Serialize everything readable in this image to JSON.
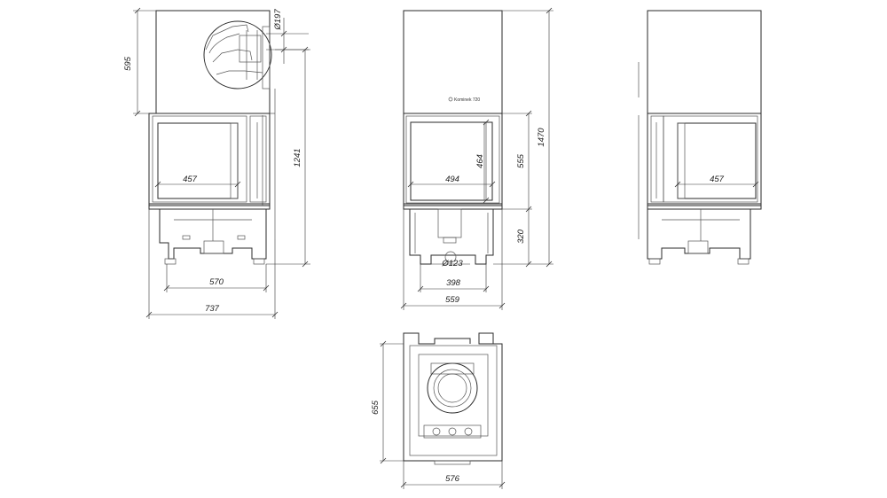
{
  "dimensions": {
    "left_height_top": "595",
    "flue_diameter": "Ø197",
    "left_total_height": "1241",
    "left_glass_width": "457",
    "left_base_width": "570",
    "left_total_width": "737",
    "front_glass_height": "464",
    "front_glass_width": "494",
    "front_upper_height": "555",
    "front_lower_height": "320",
    "front_total_height": "1470",
    "air_inlet_diameter": "Ø123",
    "front_base_width": "398",
    "front_total_width": "559",
    "right_glass_width": "457",
    "plan_depth": "655",
    "plan_width": "576"
  },
  "brand_label": "Kominek 720"
}
